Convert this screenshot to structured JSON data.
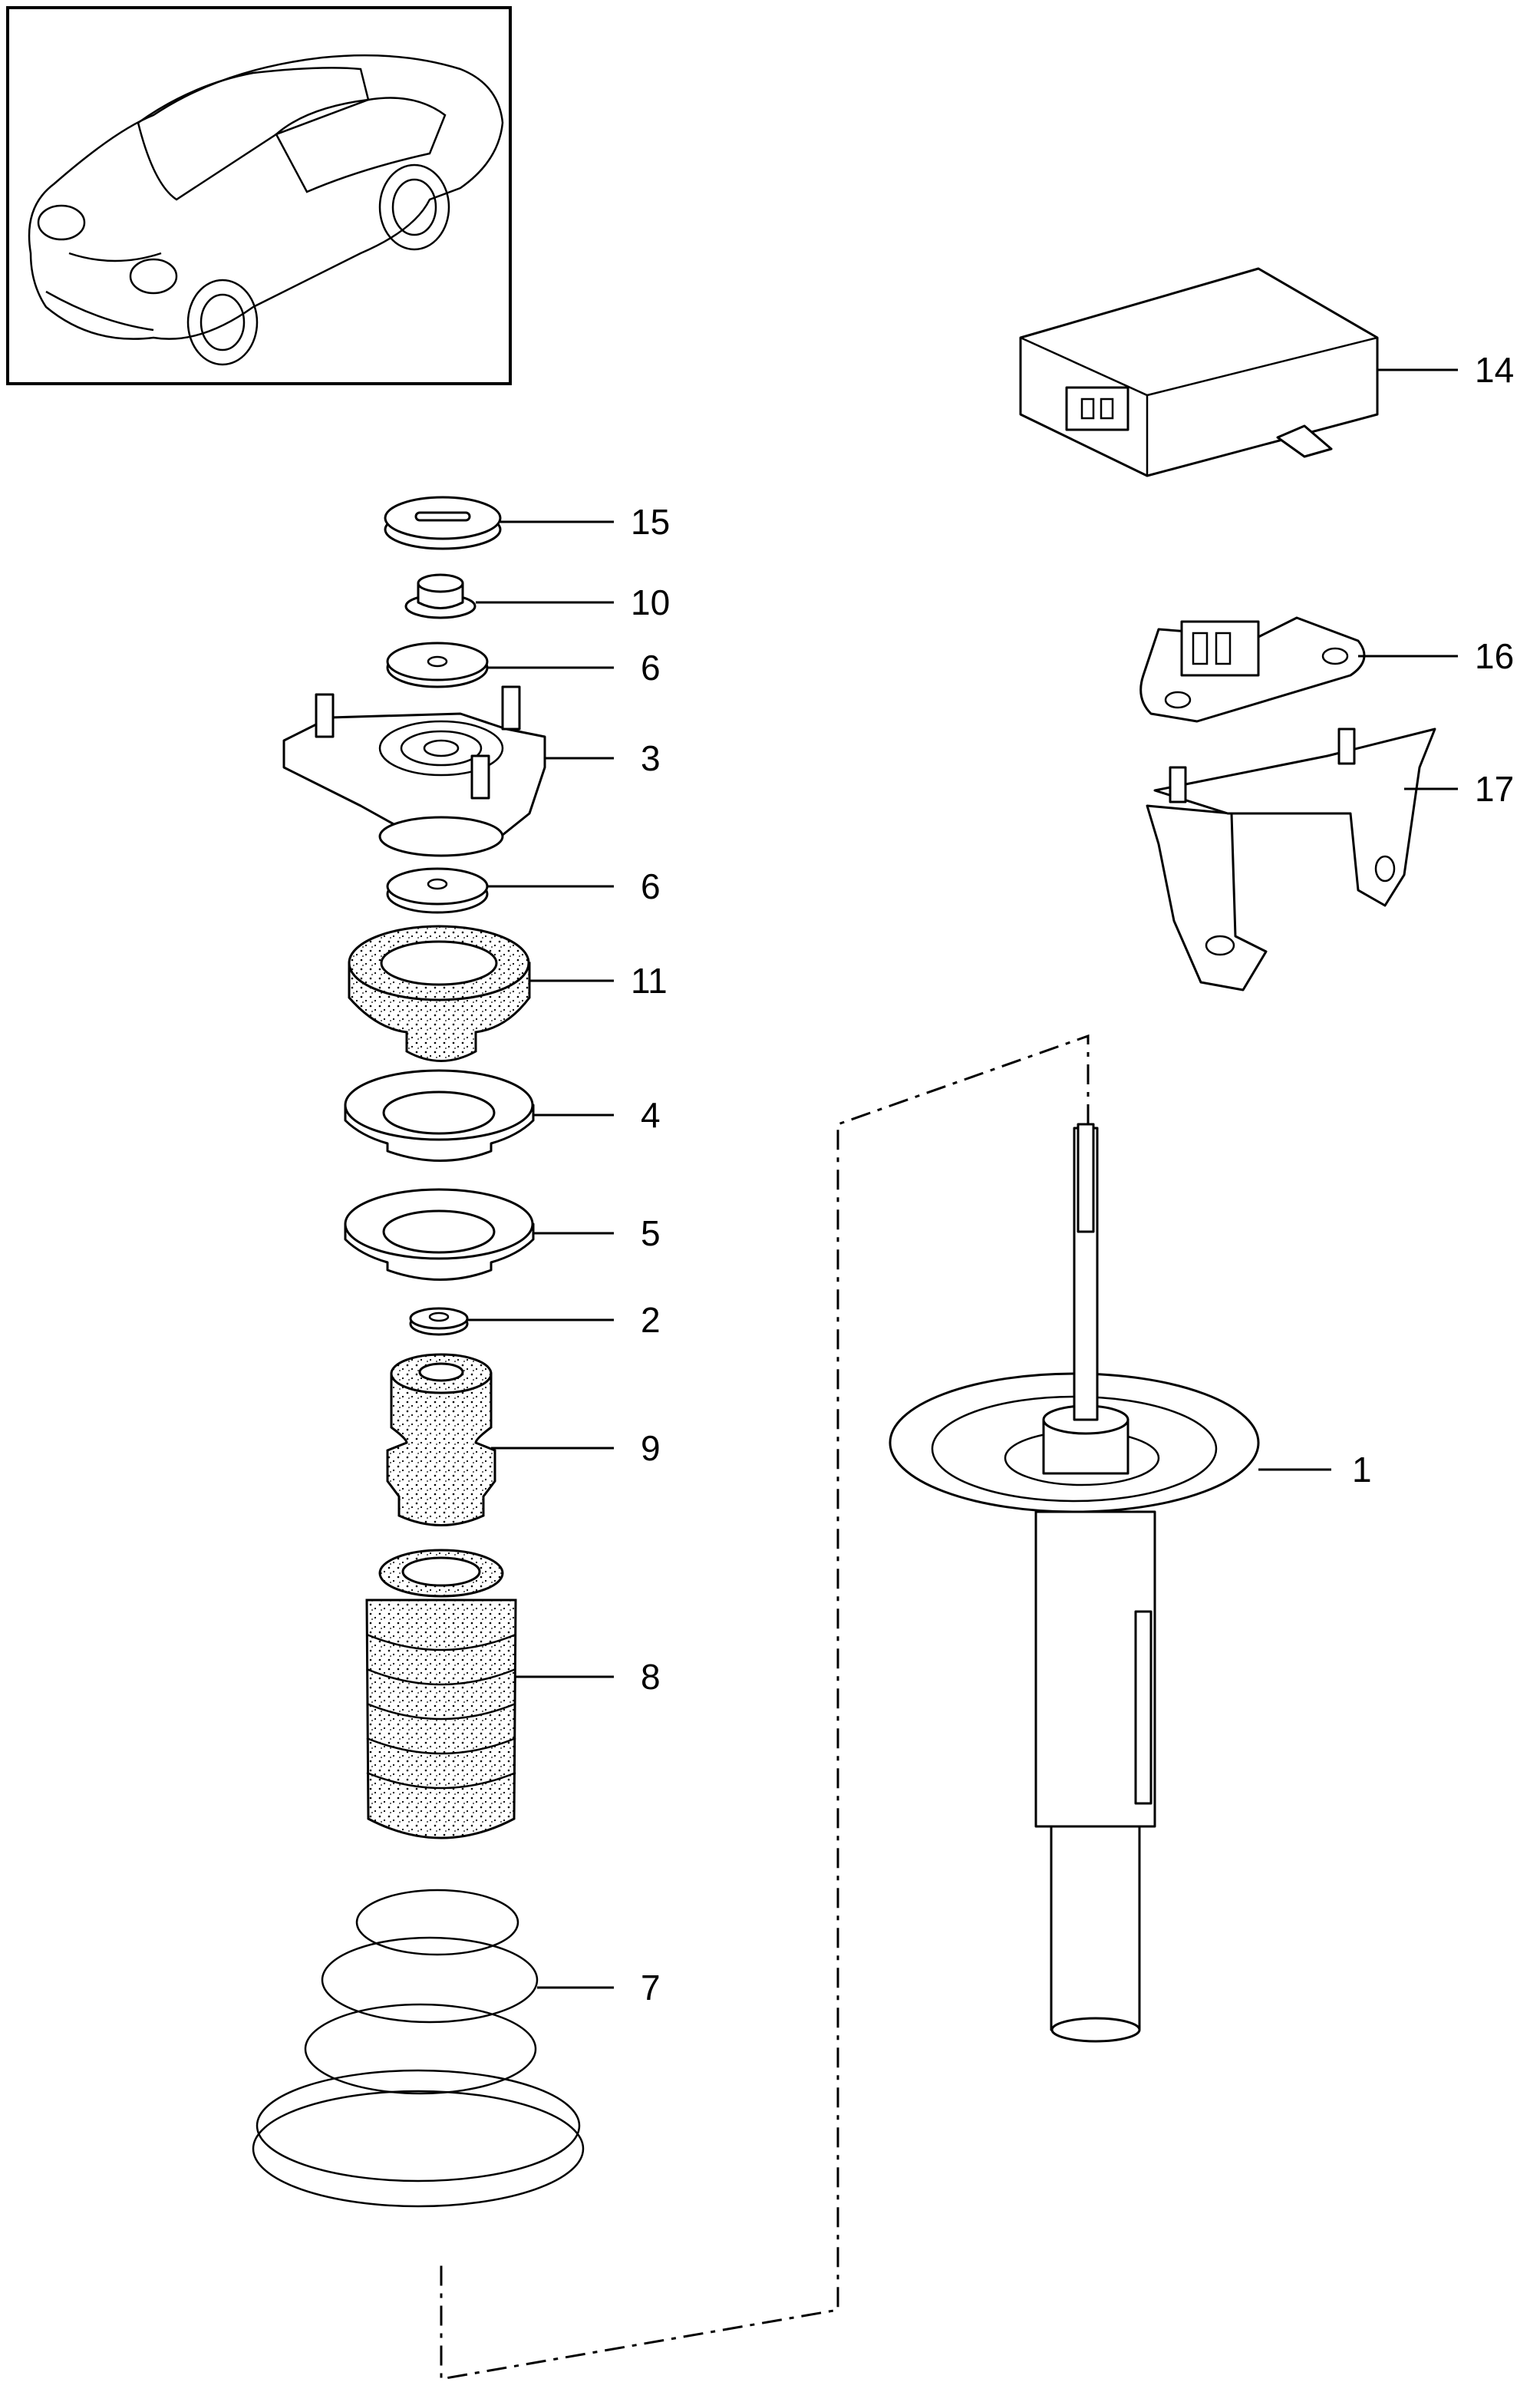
{
  "callouts": [
    {
      "id": "c1",
      "label": "1"
    },
    {
      "id": "c2",
      "label": "2"
    },
    {
      "id": "c3",
      "label": "3"
    },
    {
      "id": "c4",
      "label": "4"
    },
    {
      "id": "c5",
      "label": "5"
    },
    {
      "id": "c6a",
      "label": "6"
    },
    {
      "id": "c6b",
      "label": "6"
    },
    {
      "id": "c7",
      "label": "7"
    },
    {
      "id": "c8",
      "label": "8"
    },
    {
      "id": "c9",
      "label": "9"
    },
    {
      "id": "c10",
      "label": "10"
    },
    {
      "id": "c11",
      "label": "11"
    },
    {
      "id": "c14",
      "label": "14"
    },
    {
      "id": "c15",
      "label": "15"
    },
    {
      "id": "c16",
      "label": "16"
    },
    {
      "id": "c17",
      "label": "17"
    }
  ],
  "colors": {
    "line": "#000000",
    "background": "#ffffff"
  }
}
